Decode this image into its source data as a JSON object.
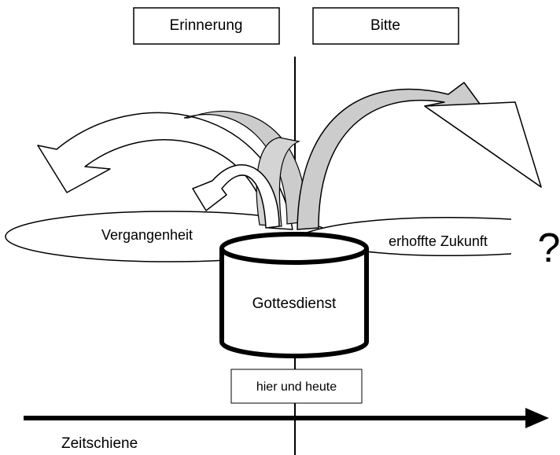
{
  "diagram": {
    "boxes": {
      "memory": "Erinnerung",
      "request": "Bitte",
      "here_now": "hier und heute"
    },
    "ellipses": {
      "past": "Vergangenheit",
      "future": "erhoffte Zukunft"
    },
    "future_mark": "?",
    "center": "Gottesdienst",
    "timeline": "Zeitschiene"
  }
}
